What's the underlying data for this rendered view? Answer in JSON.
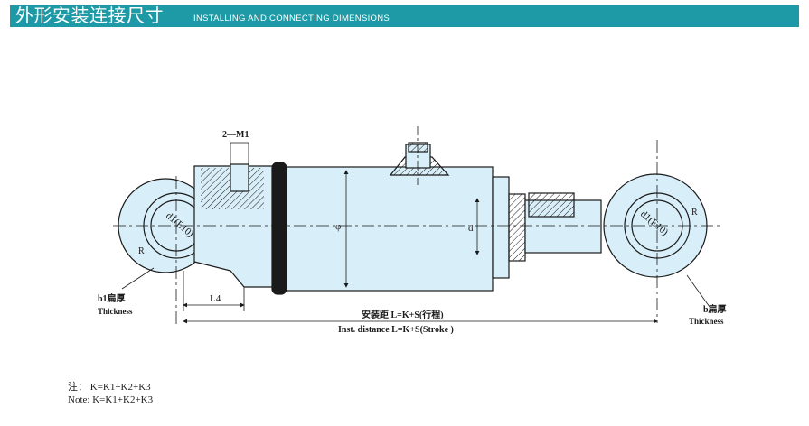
{
  "header": {
    "title_cn": "外形安装连接尺寸",
    "title_en": "INSTALLING AND CONNECTING DIMENSIONS",
    "bg_color": "#1e9aa6"
  },
  "diagram": {
    "fill_color": "#d8eef8",
    "line_color": "#1a1a1a",
    "labels": {
      "ports": "2—M1",
      "bore_left": "d1(E10)",
      "bore_right": "d1(E10)",
      "radius_left": "R",
      "radius_right": "R",
      "diameter": "φ",
      "rod_d": "d",
      "l4": "L4",
      "thickness_left_cn": "b1扁厚",
      "thickness_left_en": "Thickness",
      "thickness_right_cn": "b扁厚",
      "thickness_right_en": "Thickness",
      "install_cn": "安装距 L=K+S(行程)",
      "install_en": "Inst. distance L=K+S(Stroke )"
    }
  },
  "notes": {
    "cn_prefix": "注：",
    "cn_formula": "K=K1+K2+K3",
    "en_prefix": "Note:",
    "en_formula": "K=K1+K2+K3"
  }
}
